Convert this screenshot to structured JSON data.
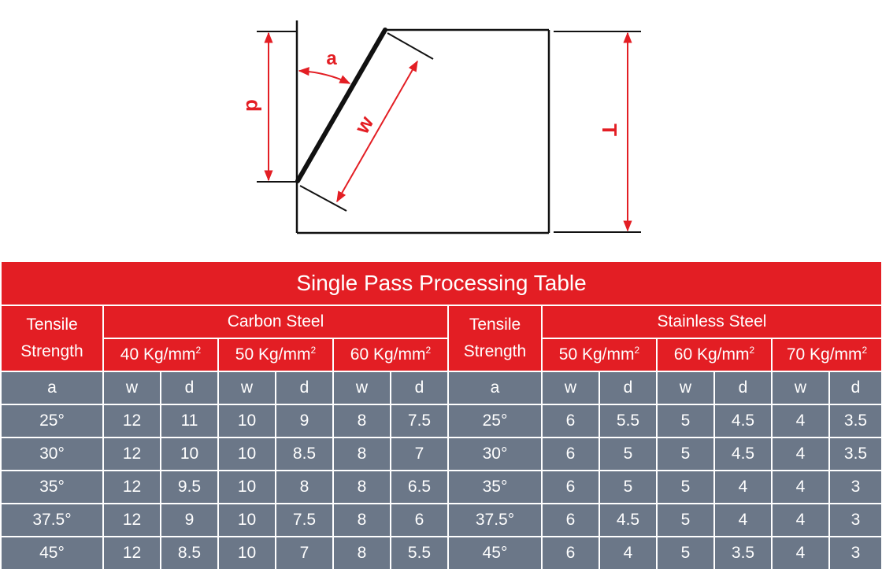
{
  "diagram": {
    "labels": {
      "d": "d",
      "a": "a",
      "w": "w",
      "T": "T"
    },
    "colors": {
      "line": "#111111",
      "dimension": "#e31e24"
    }
  },
  "table": {
    "title": "Single Pass Processing Table",
    "left": {
      "label_line1": "Tensile",
      "label_line2": "Strength",
      "group": "Carbon Steel",
      "strengths": [
        {
          "value": "40 Kg/mm",
          "sup": "2"
        },
        {
          "value": "50 Kg/mm",
          "sup": "2"
        },
        {
          "value": "60 Kg/mm",
          "sup": "2"
        }
      ]
    },
    "right": {
      "label_line1": "Tensile",
      "label_line2": "Strength",
      "group": "Stainless Steel",
      "strengths": [
        {
          "value": "50 Kg/mm",
          "sup": "2"
        },
        {
          "value": "60 Kg/mm",
          "sup": "2"
        },
        {
          "value": "70 Kg/mm",
          "sup": "2"
        }
      ]
    },
    "columns": [
      "a",
      "w",
      "d",
      "w",
      "d",
      "w",
      "d",
      "a",
      "w",
      "d",
      "w",
      "d",
      "w",
      "d"
    ],
    "rows": [
      [
        "25°",
        "12",
        "11",
        "10",
        "9",
        "8",
        "7.5",
        "25°",
        "6",
        "5.5",
        "5",
        "4.5",
        "4",
        "3.5"
      ],
      [
        "30°",
        "12",
        "10",
        "10",
        "8.5",
        "8",
        "7",
        "30°",
        "6",
        "5",
        "5",
        "4.5",
        "4",
        "3.5"
      ],
      [
        "35°",
        "12",
        "9.5",
        "10",
        "8",
        "8",
        "6.5",
        "35°",
        "6",
        "5",
        "5",
        "4",
        "4",
        "3"
      ],
      [
        "37.5°",
        "12",
        "9",
        "10",
        "7.5",
        "8",
        "6",
        "37.5°",
        "6",
        "4.5",
        "5",
        "4",
        "4",
        "3"
      ],
      [
        "45°",
        "12",
        "8.5",
        "10",
        "7",
        "8",
        "5.5",
        "45°",
        "6",
        "4",
        "5",
        "3.5",
        "4",
        "3"
      ]
    ],
    "colors": {
      "header": "#e31e24",
      "body": "#6b7788",
      "text": "#ffffff"
    }
  }
}
